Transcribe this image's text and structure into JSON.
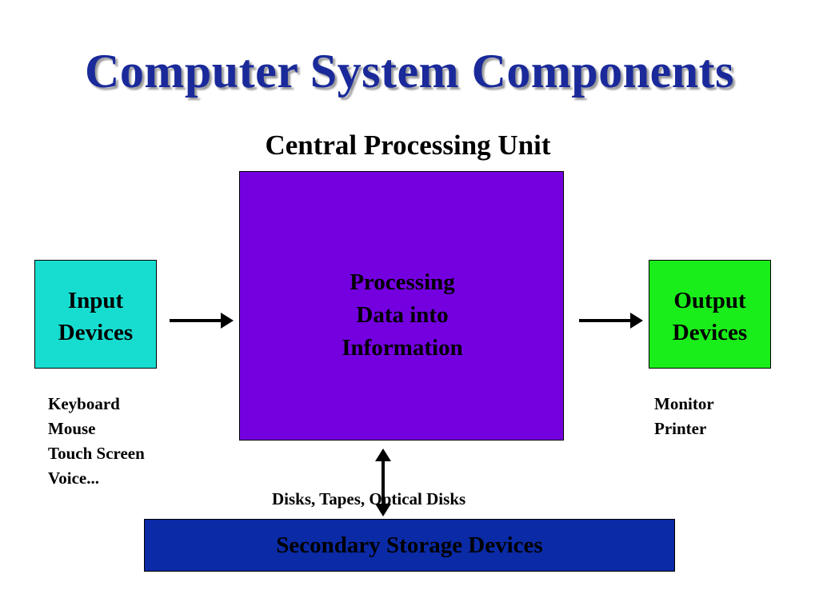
{
  "title": "Computer System Components",
  "cpu": {
    "label": "Central Processing Unit",
    "box_lines": [
      "Processing",
      "Data into",
      "Information"
    ],
    "color": "#7400e0"
  },
  "input": {
    "box_lines": [
      "Input",
      "Devices"
    ],
    "color": "#17ddd0",
    "examples": [
      "Keyboard",
      "Mouse",
      "Touch Screen",
      "Voice..."
    ]
  },
  "output": {
    "box_lines": [
      "Output",
      "Devices"
    ],
    "color": "#1aee1a",
    "examples": [
      "Monitor",
      "Printer"
    ]
  },
  "storage": {
    "examples_label": "Disks, Tapes, Optical Disks",
    "box_label": "Secondary Storage Devices",
    "color": "#0a2aa6"
  },
  "colors": {
    "title": "#1a2a9a",
    "storage_text": "#000000"
  }
}
